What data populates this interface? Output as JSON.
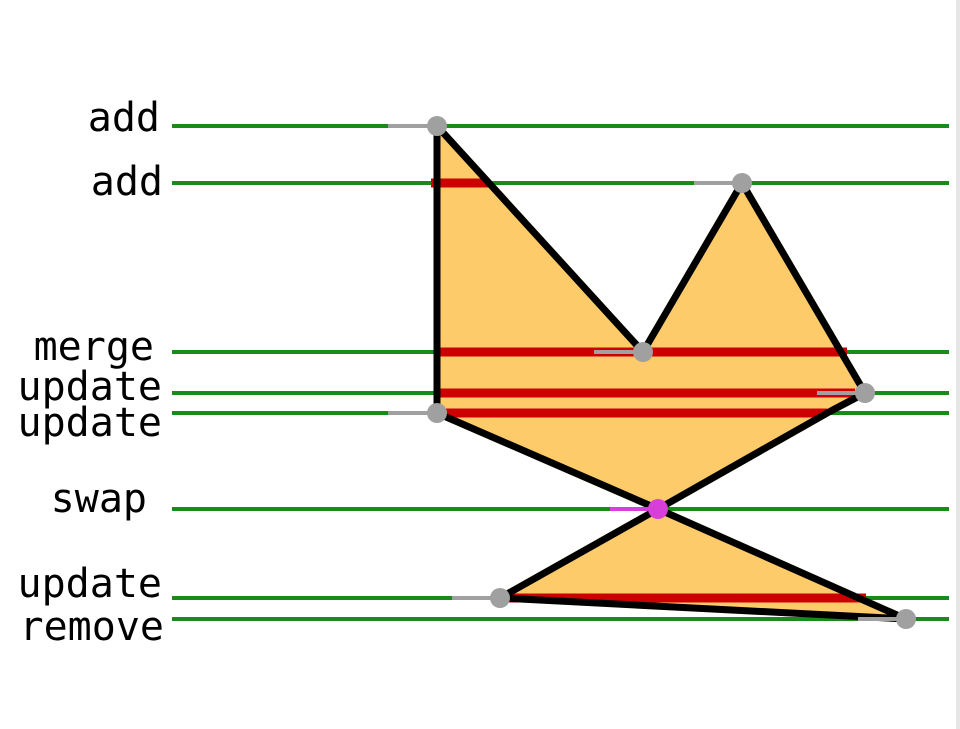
{
  "colors": {
    "background": "#ffffff",
    "timeline": "#1a8a1a",
    "interval": "#cc0000",
    "fill": "#fecb6b",
    "outline": "#000000",
    "node": "#a0a0a0",
    "stub": "#a0a0a0",
    "swap_node": "#d83ed8"
  },
  "rows": [
    {
      "label": "add"
    },
    {
      "label": "add"
    },
    {
      "label": "merge"
    },
    {
      "label": "update"
    },
    {
      "label": "update"
    },
    {
      "label": "swap"
    },
    {
      "label": "update"
    },
    {
      "label": "remove"
    }
  ]
}
